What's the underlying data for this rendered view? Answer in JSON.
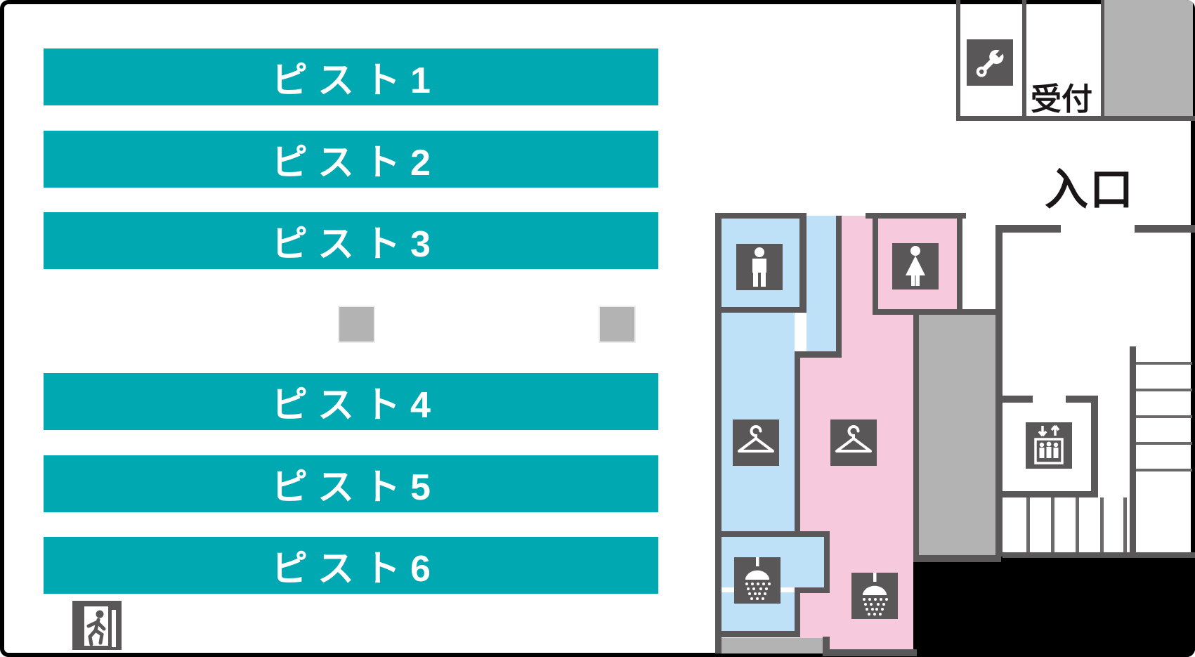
{
  "app": {
    "type": "facility-floor-map",
    "description": "Floor map with six fencing pistes, men's and women's locker areas, reception and entrance"
  },
  "pistes": [
    {
      "label": "ピスト1"
    },
    {
      "label": "ピスト2"
    },
    {
      "label": "ピスト3"
    },
    {
      "label": "ピスト4"
    },
    {
      "label": "ピスト5"
    },
    {
      "label": "ピスト6"
    }
  ],
  "labels": {
    "reception": "受付",
    "entrance": "入口"
  },
  "icons": {
    "wrench": "repair-room",
    "mens_toilet": "mens-toilet",
    "womens_toilet": "womens-toilet",
    "mens_hanger": "mens-changing-room",
    "womens_hanger": "womens-changing-room",
    "mens_shower": "mens-shower",
    "womens_shower": "womens-shower",
    "elevator": "elevator",
    "emergency_exit": "emergency-exit"
  },
  "colors": {
    "teal": "#00A8B1",
    "mens_blue": "#BEE1F7",
    "womens_pink": "#F7C9DC",
    "wall_gray": "#595757",
    "light_gray": "#B3B3B3",
    "black": "#000000",
    "white": "#FFFFFF"
  }
}
